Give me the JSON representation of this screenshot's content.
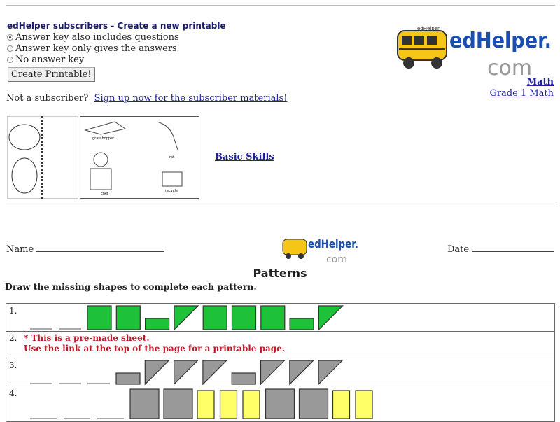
{
  "subscriber": {
    "title": "edHelper subscribers - Create a new printable",
    "options": [
      {
        "label": "Answer key also includes questions",
        "selected": true
      },
      {
        "label": "Answer key only gives the answers",
        "selected": false
      },
      {
        "label": "No answer key",
        "selected": false
      }
    ],
    "button": "Create Printable!",
    "not_subscriber": "Not a subscriber?",
    "signup_link": "Sign up now for the subscriber materials!"
  },
  "logo": {
    "text": "edHelper.",
    "com": "com",
    "bus_text": "edHelper"
  },
  "nav": {
    "subject": "Math",
    "grade": "Grade 1 Math"
  },
  "preview": {
    "labels": [
      "grasshopper",
      "rat",
      "chef",
      "recycle"
    ],
    "link": "Basic Skills"
  },
  "worksheet": {
    "name_label": "Name",
    "date_label": "Date",
    "title": "Patterns",
    "instructions": "Draw the missing shapes to complete each pattern.",
    "rows": [
      {
        "num": "1.",
        "blanks": 2,
        "color": "#1dc238",
        "shapes": [
          "tall",
          "tall",
          "short",
          "tri",
          "tall",
          "tall",
          "tall",
          "short",
          "tri"
        ]
      },
      {
        "num": "2.",
        "notice": [
          "* This is a pre-made sheet.",
          "Use the link at the top of the page for a printable page."
        ]
      },
      {
        "num": "3.",
        "blanks": 3,
        "color": "#999999",
        "shapes": [
          "short",
          "tri",
          "tri",
          "tri",
          "short",
          "tri",
          "tri",
          "tri"
        ]
      },
      {
        "num": "4.",
        "blanks": 3,
        "colors": {
          "g": "#999999",
          "y": "#ffff66"
        },
        "shapes": [
          "g",
          "g",
          "y",
          "y",
          "y",
          "g",
          "g",
          "y",
          "y"
        ]
      }
    ]
  }
}
